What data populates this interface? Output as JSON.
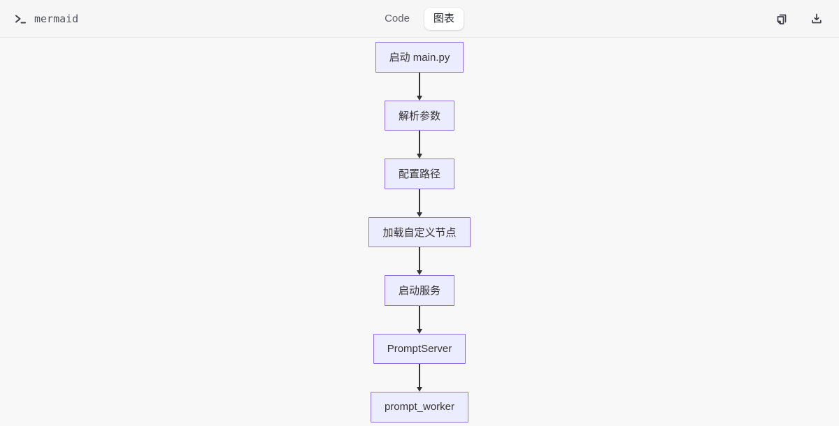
{
  "header": {
    "logo": {
      "icon": "terminal-icon",
      "text": "mermaid"
    },
    "tabs": {
      "code": "Code",
      "diagram": "图表"
    },
    "action_icons": {
      "copy": "copy-icon",
      "download": "download-icon"
    }
  },
  "diagram": {
    "type": "flowchart",
    "direction": "top-down",
    "nodes": [
      "启动 main.py",
      "解析参数",
      "配置路径",
      "加载自定义节点",
      "启动服务",
      "PromptServer",
      "prompt_worker"
    ],
    "colors": {
      "node_fill": "#ECECFF",
      "node_border": "#9370DB",
      "edge": "#333333",
      "node_text": "#333333"
    }
  }
}
